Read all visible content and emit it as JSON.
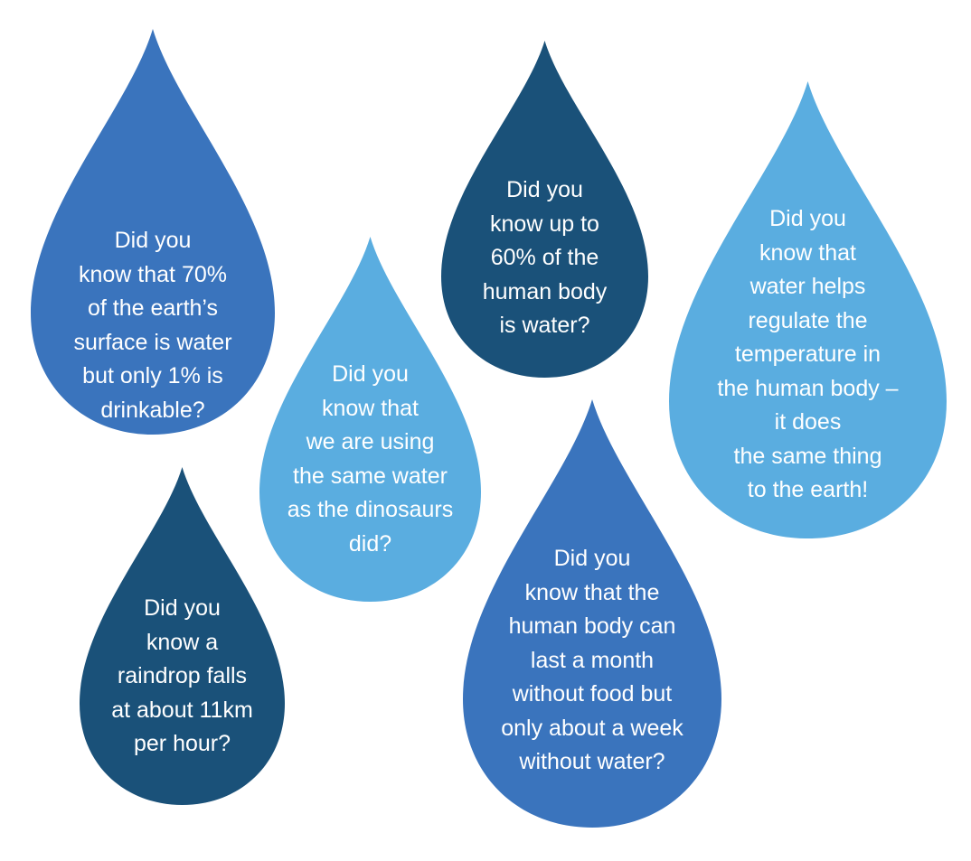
{
  "colors": {
    "mid_blue": "#3a74bd",
    "dark_blue": "#1a5179",
    "light_blue": "#5badE0"
  },
  "drops": [
    {
      "color": "#3a74bd",
      "lines": [
        "Did you",
        "know that 70%",
        "of the earth’s",
        "surface is water",
        "but only 1% is",
        "drinkable?"
      ]
    },
    {
      "color": "#5aade0",
      "lines": [
        "Did you",
        "know that",
        "we are using",
        "the same water",
        "as the dinosaurs",
        "did?"
      ]
    },
    {
      "color": "#1a5179",
      "lines": [
        "Did you",
        "know up to",
        "60% of the",
        "human body",
        "is water?"
      ]
    },
    {
      "color": "#5aade0",
      "lines": [
        "Did you",
        "know that",
        "water helps",
        "regulate the",
        "temperature in",
        "the human body –",
        "it does",
        "the same thing",
        "to the earth!"
      ]
    },
    {
      "color": "#1a5179",
      "lines": [
        "Did you",
        "know a",
        "raindrop falls",
        "at about 11km",
        "per hour?"
      ]
    },
    {
      "color": "#3a74bd",
      "lines": [
        "Did you",
        "know that the",
        "human body can",
        "last a month",
        "without food but",
        "only about a week",
        "without water?"
      ]
    }
  ]
}
